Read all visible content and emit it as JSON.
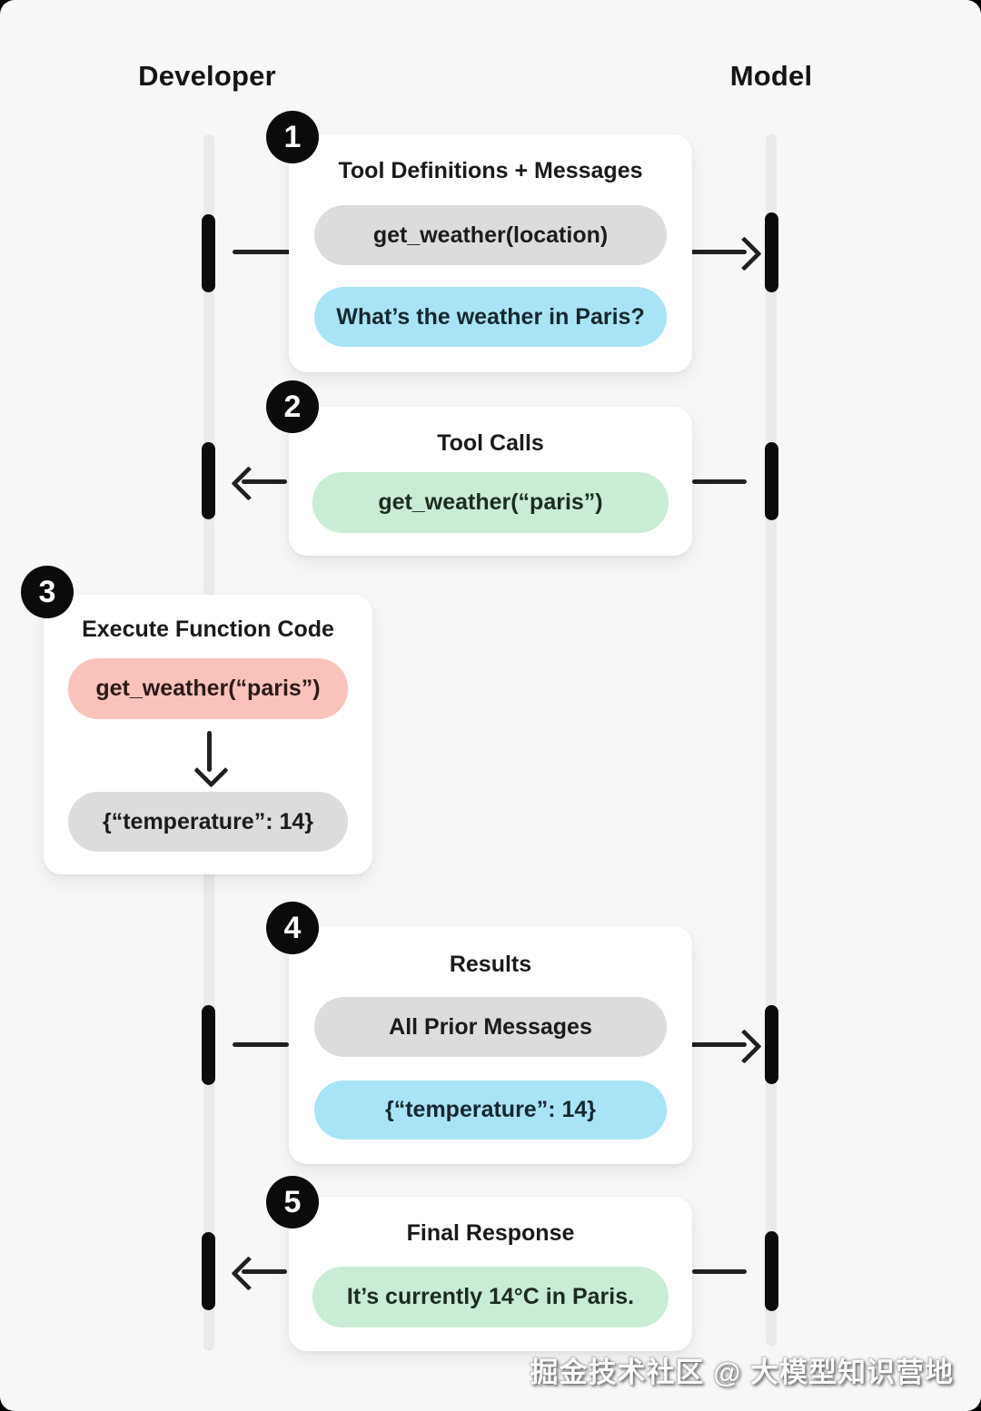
{
  "page": {
    "watermark": "掘金技术社区 @ 大模型知识营地"
  },
  "lanes": {
    "developer_label": "Developer",
    "model_label": "Model"
  },
  "colors": {
    "panel_bg": "#f7f7f7",
    "card_bg": "#ffffff",
    "pill_gray": "#dcdcdc",
    "pill_blue": "#a9e4f6",
    "pill_green": "#c9edd4",
    "pill_red": "#f9c3bc",
    "ink": "#1a1a1a",
    "lifeline": "#eaeaea",
    "activation_bar": "#0c0c0c"
  },
  "steps": [
    {
      "number": "1",
      "title": "Tool Definitions + Messages",
      "direction": "developer-to-model",
      "pills": [
        {
          "text": "get_weather(location)",
          "color": "gray"
        },
        {
          "text": "What’s the weather in Paris?",
          "color": "blue"
        }
      ]
    },
    {
      "number": "2",
      "title": "Tool Calls",
      "direction": "model-to-developer",
      "pills": [
        {
          "text": "get_weather(“paris”)",
          "color": "green"
        }
      ]
    },
    {
      "number": "3",
      "title": "Execute Function Code",
      "direction": "local-execution",
      "pills": [
        {
          "text": "get_weather(“paris”)",
          "color": "red"
        },
        {
          "text": "{“temperature”: 14}",
          "color": "gray"
        }
      ]
    },
    {
      "number": "4",
      "title": "Results",
      "direction": "developer-to-model",
      "pills": [
        {
          "text": "All Prior Messages",
          "color": "gray"
        },
        {
          "text": "{“temperature”: 14}",
          "color": "blue"
        }
      ]
    },
    {
      "number": "5",
      "title": "Final Response",
      "direction": "model-to-developer",
      "pills": [
        {
          "text": "It’s currently 14°C in Paris.",
          "color": "green"
        }
      ]
    }
  ]
}
